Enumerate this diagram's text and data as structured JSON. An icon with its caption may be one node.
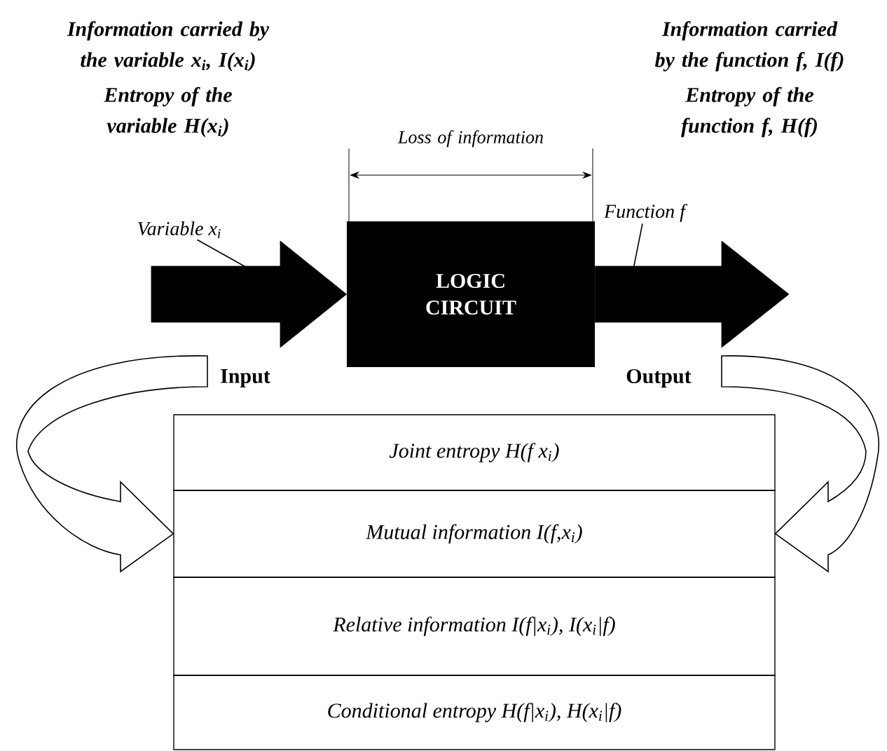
{
  "diagram": {
    "nodes": [
      {
        "text": [
          "LOGIC CIRCUIT"
        ]
      },
      {
        "text": [
          "Variable x$_{i}$"
        ]
      },
      {
        "text": [
          "Function f"
        ]
      },
      {
        "text": [
          "Joint entropy H(f x$_{i}$)"
        ]
      },
      {
        "text": [
          "Mutual information I(f,x$_{i}$)"
        ]
      },
      {
        "text": [
          "Relative information I(f|x$_{i}$), I(x$_{i}$|f)"
        ]
      },
      {
        "text": [
          "Conditional entropy H(f|x$_{i}$), H(x$_{i}$|f)"
        ]
      }
    ],
    "edges": [
      {
        "from": null,
        "to": 0,
        "arrow": "to",
        "label": "Input",
        "style": "thick"
      },
      {
        "from": 0,
        "to": null,
        "arrow": "to",
        "label": "Output",
        "style": "thick"
      },
      {
        "from": 1,
        "to": null,
        "arrow": "none"
      },
      {
        "from": 2,
        "to": null,
        "arrow": "none"
      },
      {
        "from": null,
        "to": 4,
        "arrow": "to"
      },
      {
        "from": null,
        "to": 4,
        "arrow": "to"
      }
    ],
    "labels": [
      "Information carried by the variable x$_{i}$, I(x$_{i}$)",
      "Entropy of the variable H(x$_{i}$)",
      "Information carried by the function f, I(f)",
      "Entropy of the function f, H(f)",
      "Loss of information"
    ]
  }
}
